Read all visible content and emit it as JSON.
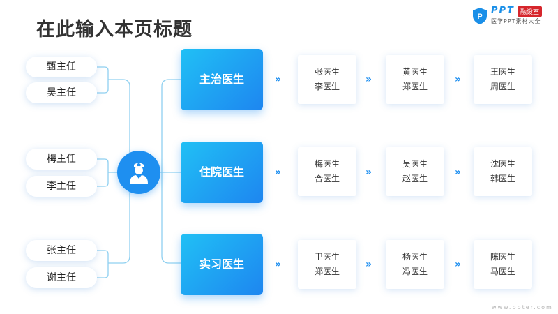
{
  "title": "在此输入本页标题",
  "logo": {
    "brand": "PPT",
    "tag": "融设室",
    "sub": "医学PPT素材大全"
  },
  "directors": [
    {
      "label": "甄主任"
    },
    {
      "label": "吴主任"
    },
    {
      "label": "梅主任"
    },
    {
      "label": "李主任"
    },
    {
      "label": "张主任"
    },
    {
      "label": "谢主任"
    }
  ],
  "rows": [
    {
      "category": "主治医生",
      "cards": [
        [
          "张医生",
          "李医生"
        ],
        [
          "黄医生",
          "郑医生"
        ],
        [
          "王医生",
          "周医生"
        ]
      ]
    },
    {
      "category": "住院医生",
      "cards": [
        [
          "梅医生",
          "合医生"
        ],
        [
          "吴医生",
          "赵医生"
        ],
        [
          "沈医生",
          "韩医生"
        ]
      ]
    },
    {
      "category": "实习医生",
      "cards": [
        [
          "卫医生",
          "郑医生"
        ],
        [
          "杨医生",
          "冯医生"
        ],
        [
          "陈医生",
          "马医生"
        ]
      ]
    }
  ],
  "footer": "www.ppter.com",
  "colors": {
    "accent": "#1e8ff0",
    "title": "#333333",
    "wire": "#8fd0f0"
  }
}
